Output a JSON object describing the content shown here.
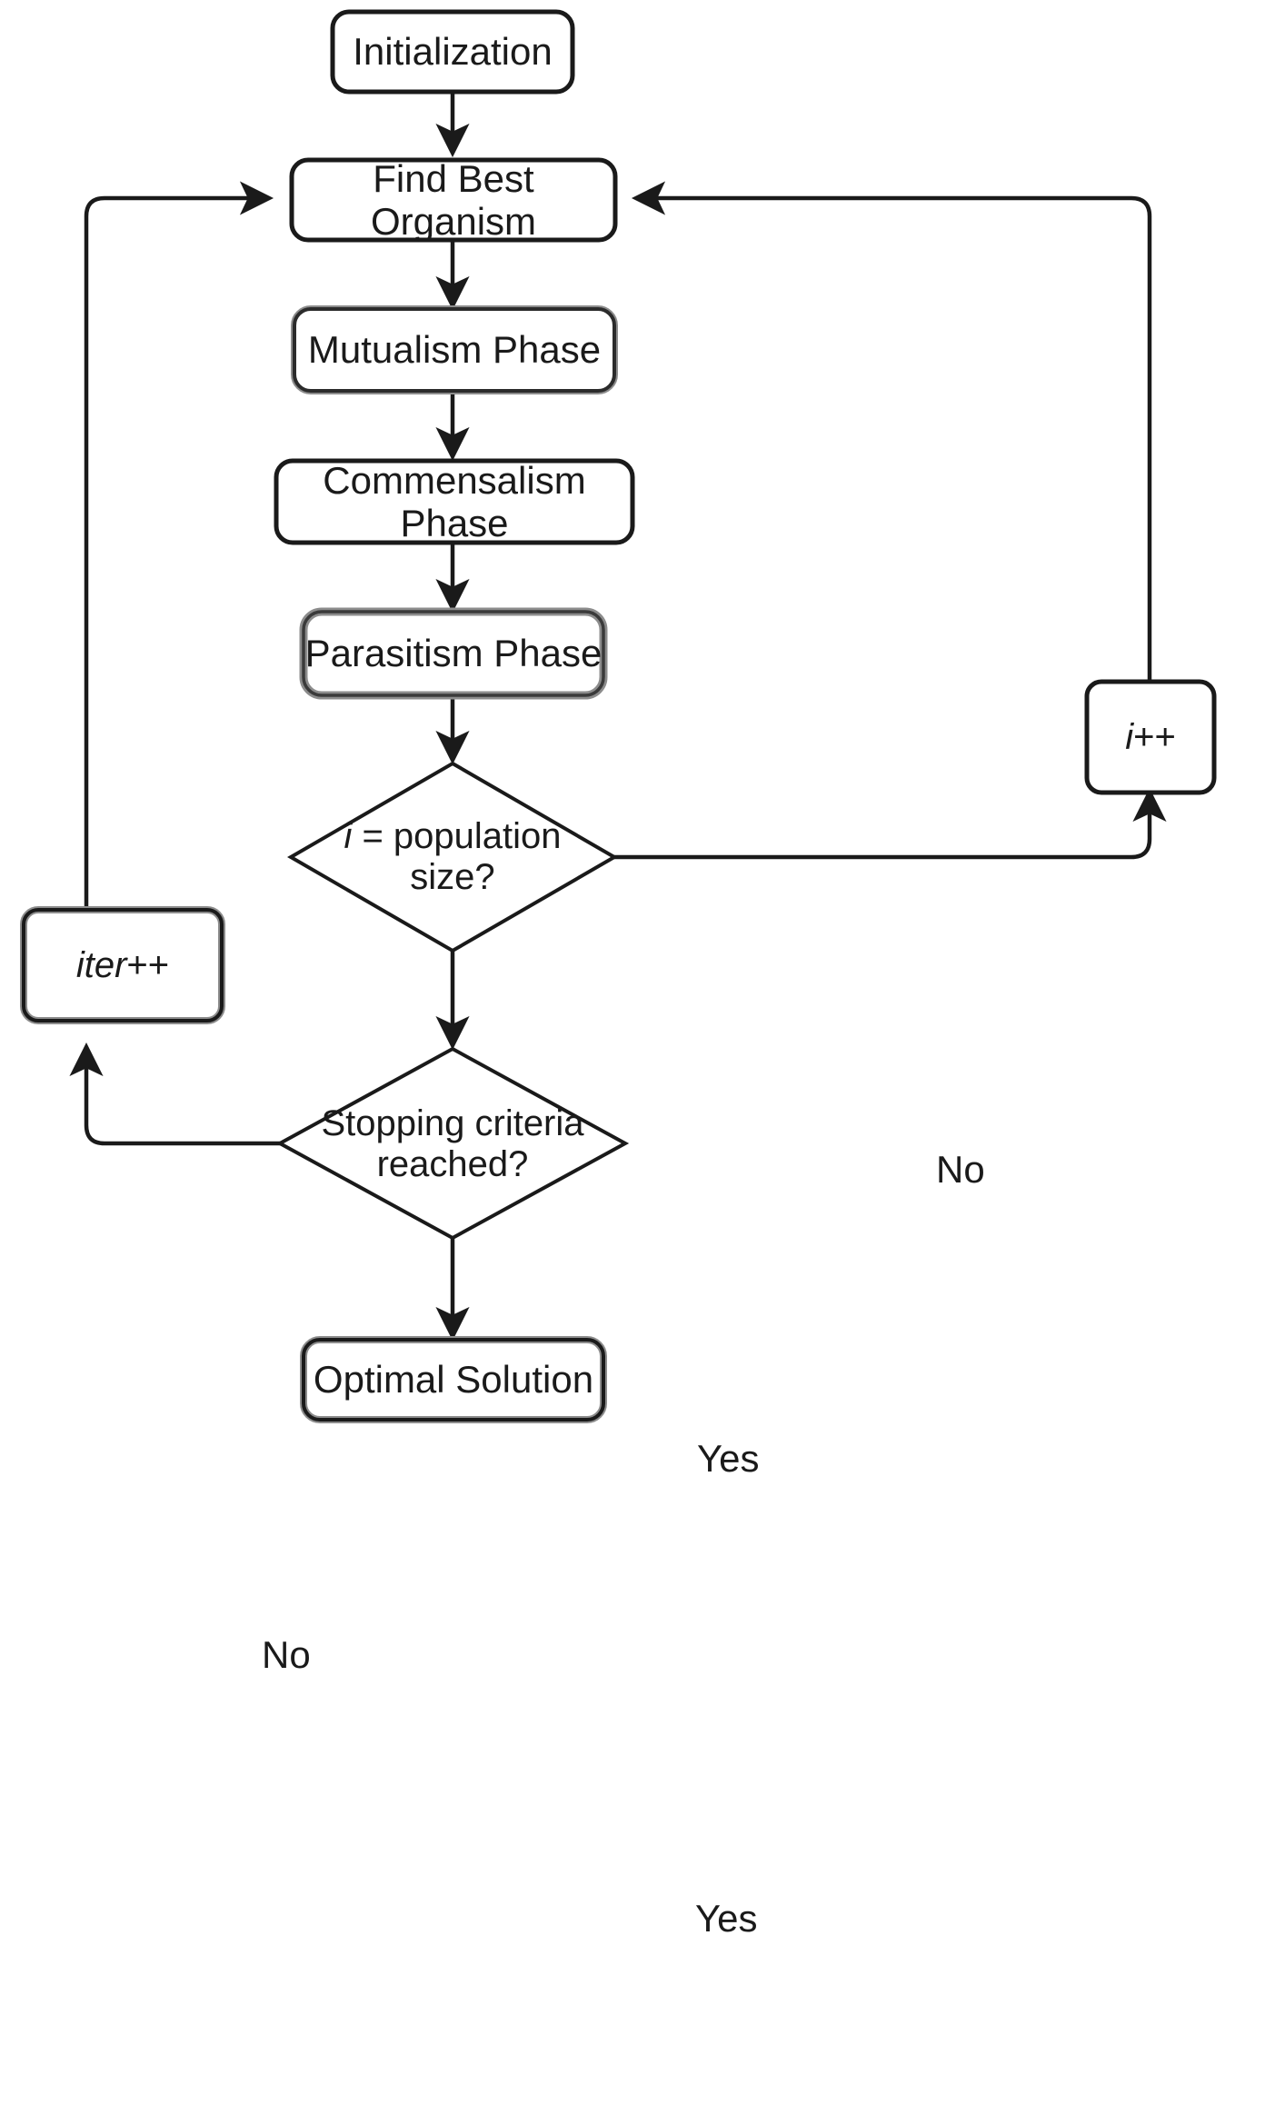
{
  "diagram": {
    "type": "flowchart",
    "title": "Symbiotic Organisms Search (SOS) algorithm flowchart",
    "background_color": "#ffffff",
    "stroke_color": "#1a1a1a",
    "shadow_color": "#8c8c8c",
    "nodes": [
      {
        "id": "initialization",
        "shape": "rounded-rect",
        "label": "Initialization"
      },
      {
        "id": "find-best",
        "shape": "rounded-rect",
        "label": "Find Best Organism"
      },
      {
        "id": "mutualism",
        "shape": "rounded-rect",
        "label": "Mutualism Phase"
      },
      {
        "id": "commensalism",
        "shape": "rounded-rect",
        "label": "Commensalism Phase"
      },
      {
        "id": "parasitism",
        "shape": "rounded-rect",
        "label": "Parasitism Phase"
      },
      {
        "id": "decision-pop",
        "shape": "diamond",
        "label_italic": "i",
        "label_rest": " = population\nsize?"
      },
      {
        "id": "decision-stop",
        "shape": "diamond",
        "label": "Stopping criteria\nreached?"
      },
      {
        "id": "optimal",
        "shape": "rounded-rect",
        "label": "Optimal Solution"
      },
      {
        "id": "j-increment",
        "shape": "rounded-rect",
        "label_italic": "i",
        "label_rest": "++"
      },
      {
        "id": "iter-increment",
        "shape": "rounded-rect",
        "label_italic": "iter",
        "label_rest": "++"
      }
    ],
    "edge_labels": {
      "pop_no": "No",
      "pop_yes": "Yes",
      "stop_no": "No",
      "stop_yes": "Yes"
    },
    "edges": [
      {
        "from": "initialization",
        "to": "find-best",
        "label": ""
      },
      {
        "from": "find-best",
        "to": "mutualism",
        "label": ""
      },
      {
        "from": "mutualism",
        "to": "commensalism",
        "label": ""
      },
      {
        "from": "commensalism",
        "to": "parasitism",
        "label": ""
      },
      {
        "from": "parasitism",
        "to": "decision-pop",
        "label": ""
      },
      {
        "from": "decision-pop",
        "to": "j-increment",
        "label": "No"
      },
      {
        "from": "j-increment",
        "to": "find-best",
        "label": ""
      },
      {
        "from": "decision-pop",
        "to": "decision-stop",
        "label": "Yes"
      },
      {
        "from": "decision-stop",
        "to": "iter-increment",
        "label": "No"
      },
      {
        "from": "iter-increment",
        "to": "find-best",
        "label": ""
      },
      {
        "from": "decision-stop",
        "to": "optimal",
        "label": "Yes"
      }
    ]
  }
}
